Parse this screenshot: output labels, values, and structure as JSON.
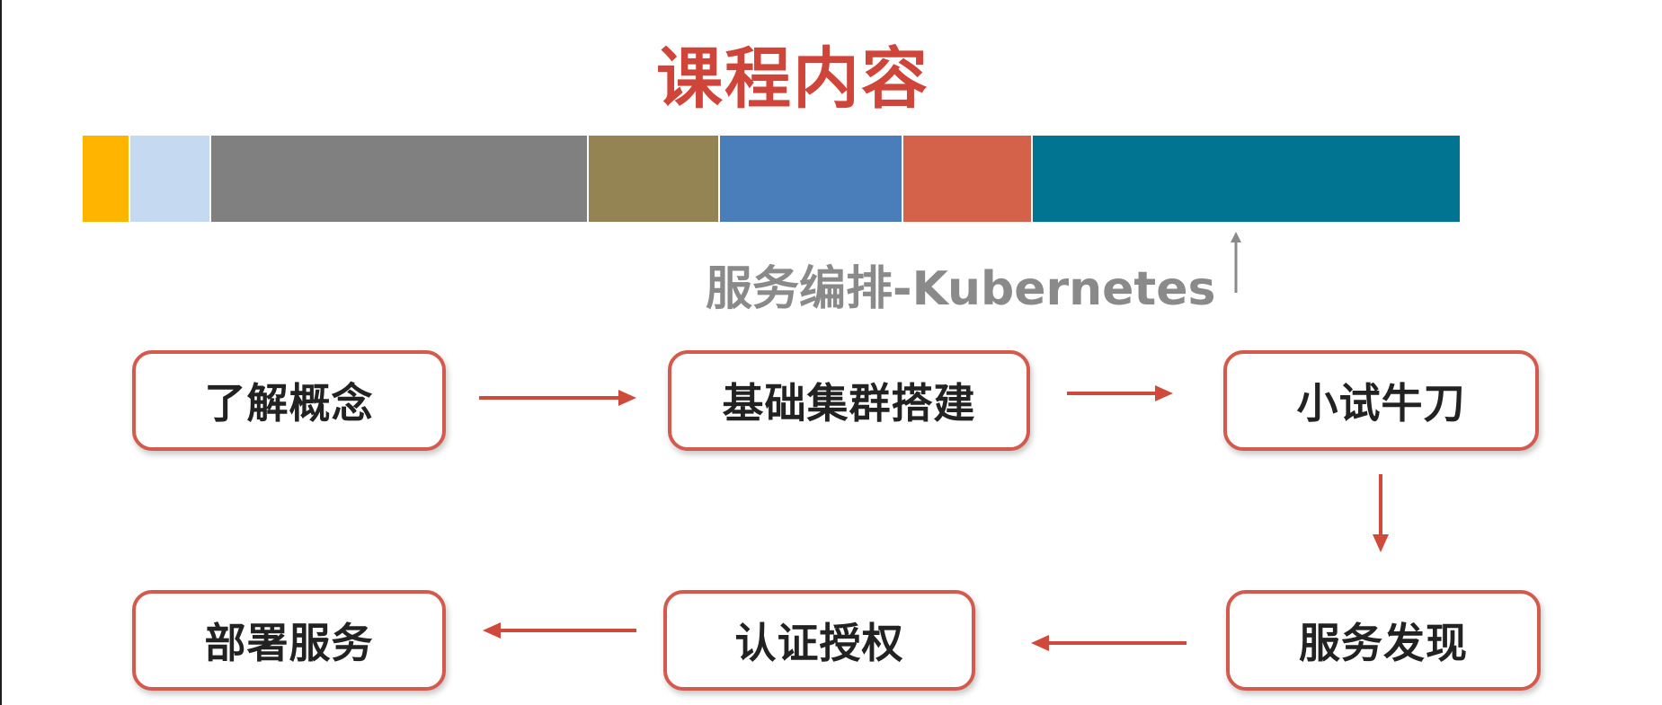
{
  "title": "课程内容",
  "bar": {
    "segments": [
      {
        "color": "#FFB400",
        "weight": 51
      },
      {
        "color": "#C5D9F1",
        "weight": 89
      },
      {
        "color": "#808080",
        "weight": 421
      },
      {
        "color": "#948454",
        "weight": 146
      },
      {
        "color": "#4A7EBB",
        "weight": 203
      },
      {
        "color": "#D4614A",
        "weight": 143
      },
      {
        "color": "#007490",
        "weight": 479
      }
    ],
    "pointer_label": "服务编排-Kubernetes"
  },
  "steps": [
    {
      "id": "understand",
      "label": "了解概念"
    },
    {
      "id": "cluster",
      "label": "基础集群搭建"
    },
    {
      "id": "trial",
      "label": "小试牛刀"
    },
    {
      "id": "discovery",
      "label": "服务发现"
    },
    {
      "id": "auth",
      "label": "认证授权"
    },
    {
      "id": "deploy",
      "label": "部署服务"
    }
  ],
  "colors": {
    "title": "#D0453A",
    "box_border": "#D35A4C",
    "arrow": "#D04A3C",
    "pointer_label": "#8A8A8A"
  }
}
